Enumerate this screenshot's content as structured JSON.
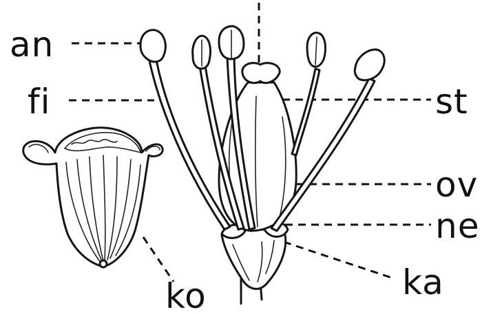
{
  "labels": {
    "an": "an",
    "fi": "fi",
    "st": "st",
    "ov": "ov",
    "ne": "ne",
    "ka": "ka",
    "ko": "ko"
  },
  "colors": {
    "ink": "#111111",
    "background": "#ffffff"
  }
}
